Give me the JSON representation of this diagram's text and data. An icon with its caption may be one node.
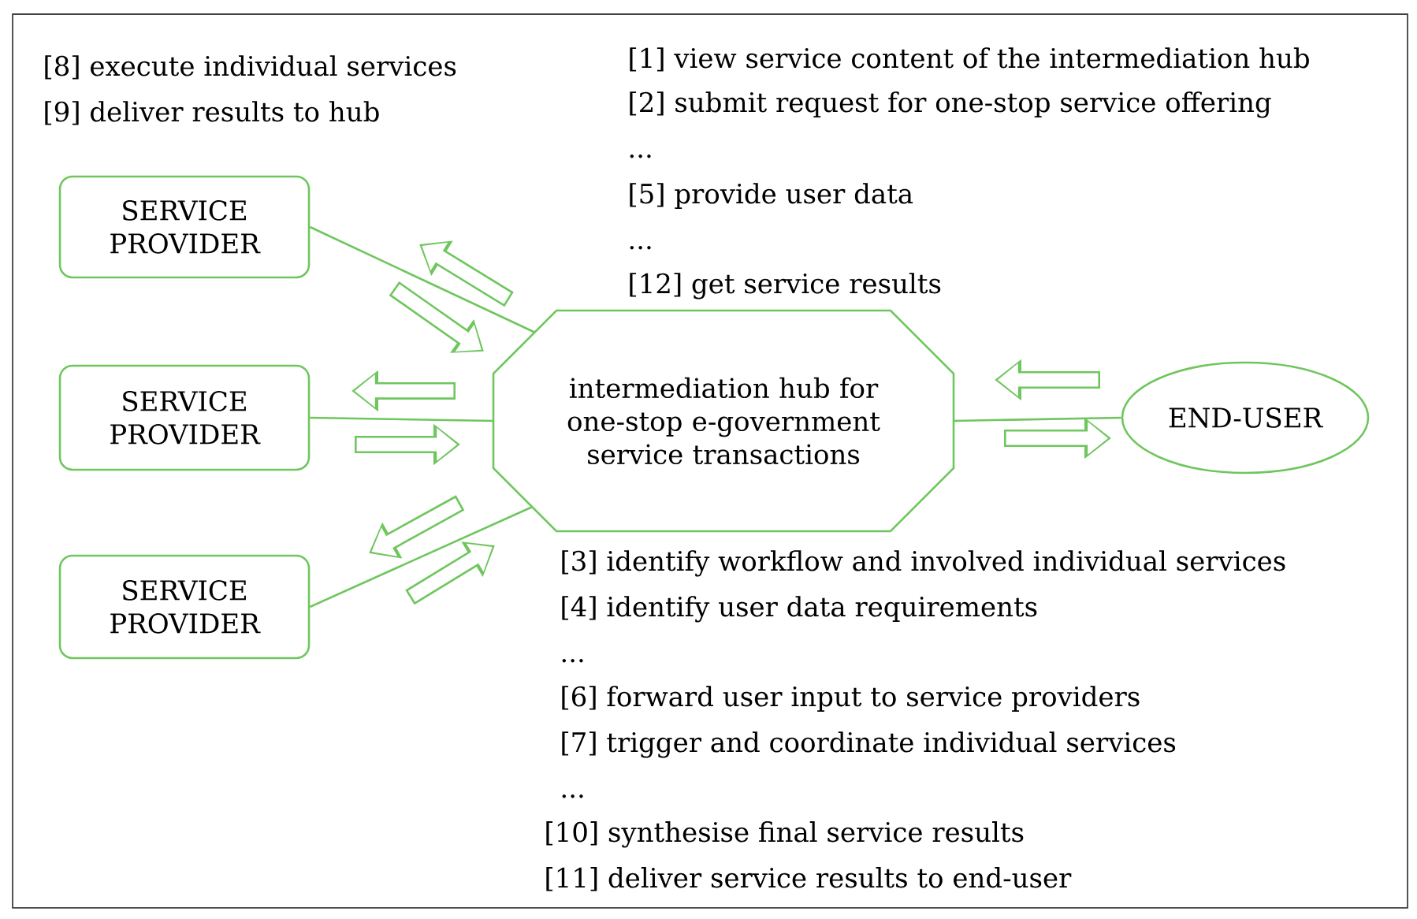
{
  "diagram": {
    "nodes": [
      {
        "text": [
          "SERVICE PROVIDER"
        ]
      },
      {
        "text": [
          "SERVICE PROVIDER"
        ]
      },
      {
        "text": [
          "SERVICE PROVIDER"
        ]
      },
      {
        "text": [
          "intermediation hub for one-stop e-government service transactions"
        ]
      },
      {
        "text": [
          "END-USER"
        ]
      }
    ],
    "edges": [
      {
        "from": 0,
        "to": 3,
        "arrow": "none"
      },
      {
        "from": 1,
        "to": 3,
        "arrow": "none"
      },
      {
        "from": 2,
        "to": 3,
        "arrow": "none"
      },
      {
        "from": 3,
        "to": 4,
        "arrow": "none"
      }
    ],
    "labels": [
      "[8] execute individual services",
      "[9] deliver results to hub",
      "[1] view service content of the intermediation hub",
      "[2] submit request for one-stop service offering",
      "...",
      "[5] provide user data",
      "...",
      "[12] get service results",
      "[3] identify workflow and involved individual services",
      "[4] identify user data requirements",
      "...",
      "[6] forward user input to service providers",
      "[7] trigger and coordinate individual services",
      "...",
      "[10]  synthesise final service results",
      "[11]  deliver service results to end-user"
    ]
  }
}
